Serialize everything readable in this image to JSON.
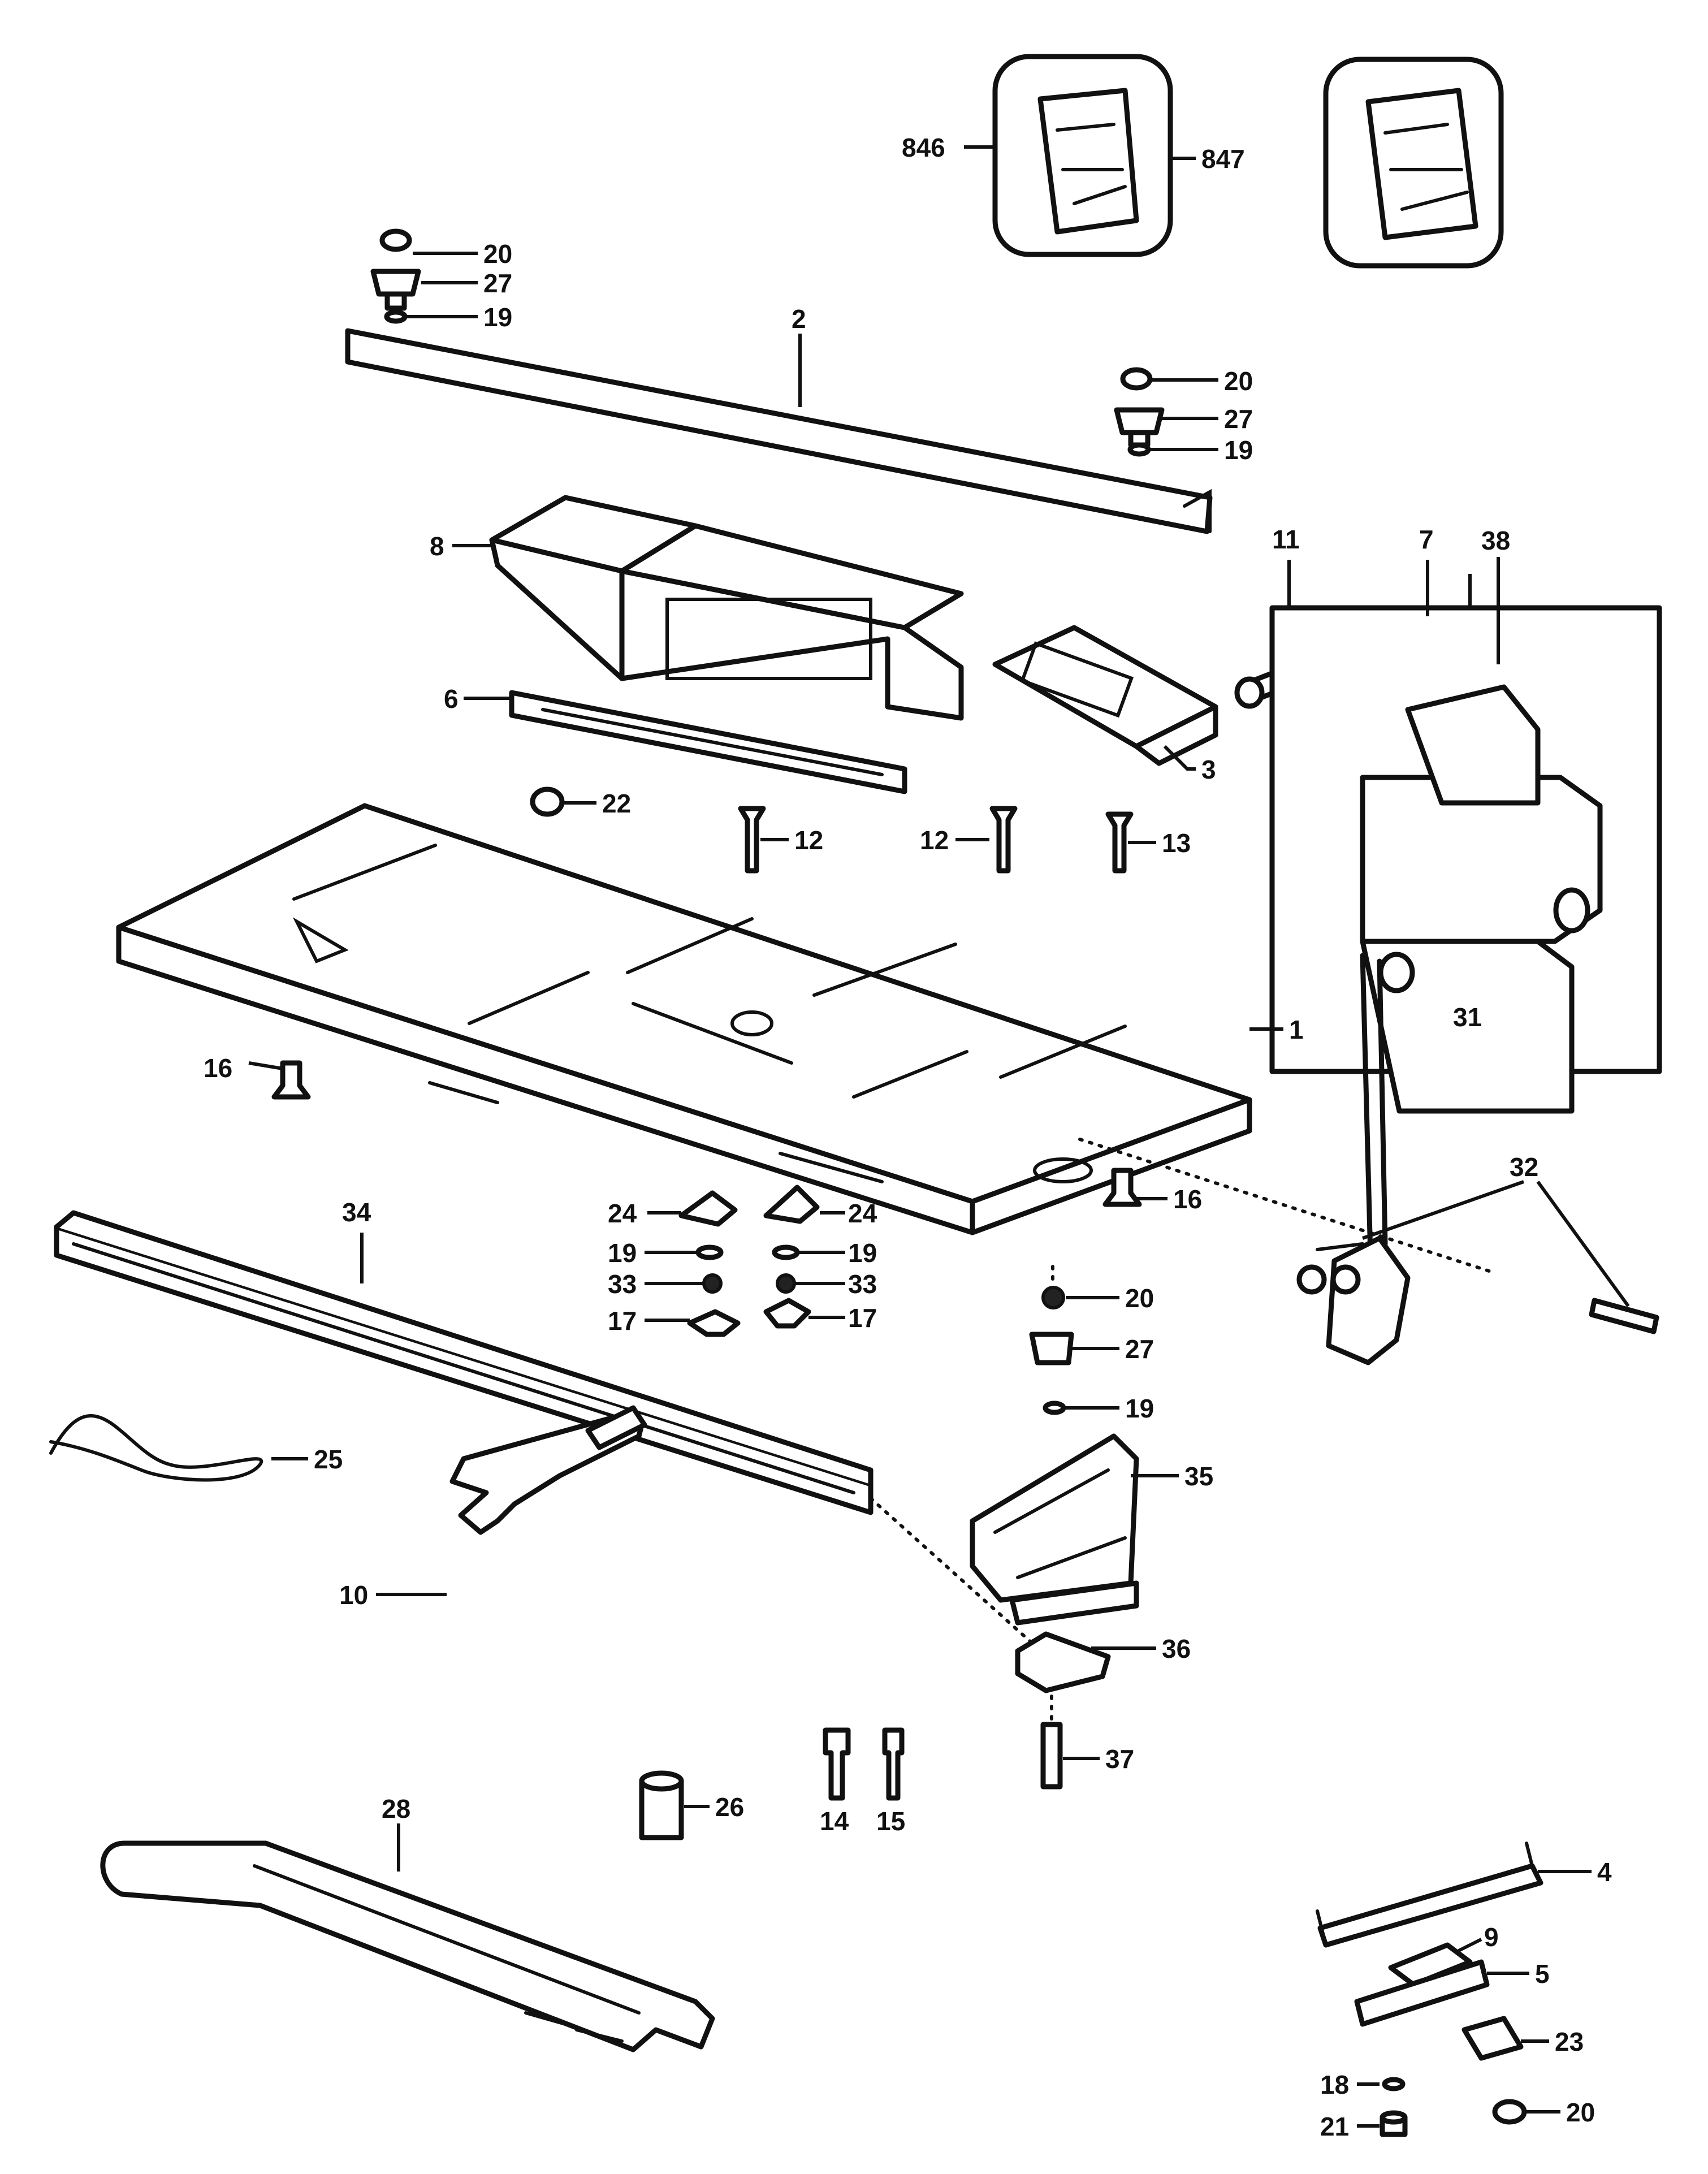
{
  "diagram": {
    "callouts": [
      {
        "id": "c846",
        "label": "846"
      },
      {
        "id": "c847",
        "label": "847"
      },
      {
        "id": "c20a",
        "label": "20"
      },
      {
        "id": "c27a",
        "label": "27"
      },
      {
        "id": "c19a",
        "label": "19"
      },
      {
        "id": "c2",
        "label": "2"
      },
      {
        "id": "c20b",
        "label": "20"
      },
      {
        "id": "c27b",
        "label": "27"
      },
      {
        "id": "c19b",
        "label": "19"
      },
      {
        "id": "c8",
        "label": "8"
      },
      {
        "id": "c11",
        "label": "11"
      },
      {
        "id": "c7",
        "label": "7"
      },
      {
        "id": "c38",
        "label": "38"
      },
      {
        "id": "c6",
        "label": "6"
      },
      {
        "id": "c3",
        "label": "3"
      },
      {
        "id": "c22",
        "label": "22"
      },
      {
        "id": "c12a",
        "label": "12"
      },
      {
        "id": "c12b",
        "label": "12"
      },
      {
        "id": "c13",
        "label": "13"
      },
      {
        "id": "c1",
        "label": "1"
      },
      {
        "id": "c31",
        "label": "31"
      },
      {
        "id": "c16a",
        "label": "16"
      },
      {
        "id": "c32",
        "label": "32"
      },
      {
        "id": "c34",
        "label": "34"
      },
      {
        "id": "c24a",
        "label": "24"
      },
      {
        "id": "c24b",
        "label": "24"
      },
      {
        "id": "c16b",
        "label": "16"
      },
      {
        "id": "c19c",
        "label": "19"
      },
      {
        "id": "c19d",
        "label": "19"
      },
      {
        "id": "c33a",
        "label": "33"
      },
      {
        "id": "c33b",
        "label": "33"
      },
      {
        "id": "c17a",
        "label": "17"
      },
      {
        "id": "c17b",
        "label": "17"
      },
      {
        "id": "c20c",
        "label": "20"
      },
      {
        "id": "c27c",
        "label": "27"
      },
      {
        "id": "c19e",
        "label": "19"
      },
      {
        "id": "c25",
        "label": "25"
      },
      {
        "id": "c35",
        "label": "35"
      },
      {
        "id": "c10",
        "label": "10"
      },
      {
        "id": "c36",
        "label": "36"
      },
      {
        "id": "c37",
        "label": "37"
      },
      {
        "id": "c14",
        "label": "14"
      },
      {
        "id": "c15",
        "label": "15"
      },
      {
        "id": "c28",
        "label": "28"
      },
      {
        "id": "c26",
        "label": "26"
      },
      {
        "id": "c4",
        "label": "4"
      },
      {
        "id": "c9",
        "label": "9"
      },
      {
        "id": "c5",
        "label": "5"
      },
      {
        "id": "c23",
        "label": "23"
      },
      {
        "id": "c18",
        "label": "18"
      },
      {
        "id": "c21",
        "label": "21"
      },
      {
        "id": "c20d",
        "label": "20"
      }
    ]
  }
}
